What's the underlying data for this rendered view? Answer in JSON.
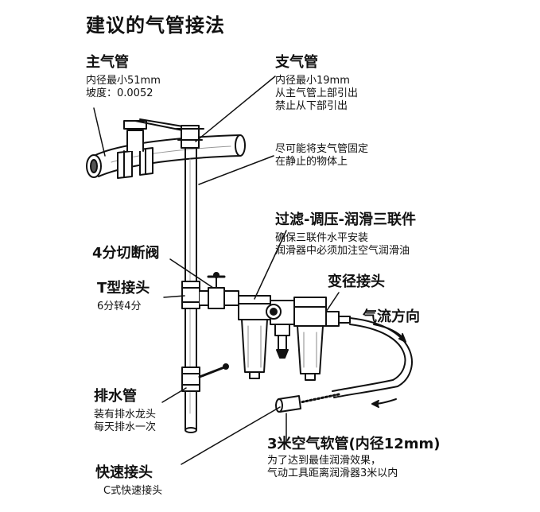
{
  "title": "建议的气管接法",
  "main_pipe": {
    "label": "主气管",
    "lines": [
      "内径最小51mm",
      "坡度：0.0052"
    ]
  },
  "branch_pipe": {
    "label": "支气管",
    "lines": [
      "内径最小19mm",
      "从主气管上部引出",
      "禁止从下部引出"
    ]
  },
  "fixing_note": {
    "lines": [
      "尽可能将支气管固定",
      "在静止的物体上"
    ]
  },
  "frl_unit": {
    "label": "过滤-调压-润滑三联件",
    "lines": [
      "确保三联件水平安装",
      "润滑器中必须加注空气润滑油"
    ]
  },
  "shutoff_valve": {
    "label": "4分切断阀"
  },
  "reducer": {
    "label": "变径接头"
  },
  "airflow": {
    "label": "气流方向"
  },
  "t_joint": {
    "label": "T型接头",
    "lines": [
      "6分转4分"
    ]
  },
  "drain_pipe": {
    "label": "排水管",
    "lines": [
      "装有排水龙头",
      "每天排水一次"
    ]
  },
  "hose": {
    "label": "3米空气软管(内径12mm)",
    "lines": [
      "为了达到最佳润滑效果，",
      "气动工具距离润滑器3米以内"
    ]
  },
  "quick_coupler": {
    "label": "快速接头",
    "lines": [
      "C式快速接头"
    ]
  }
}
